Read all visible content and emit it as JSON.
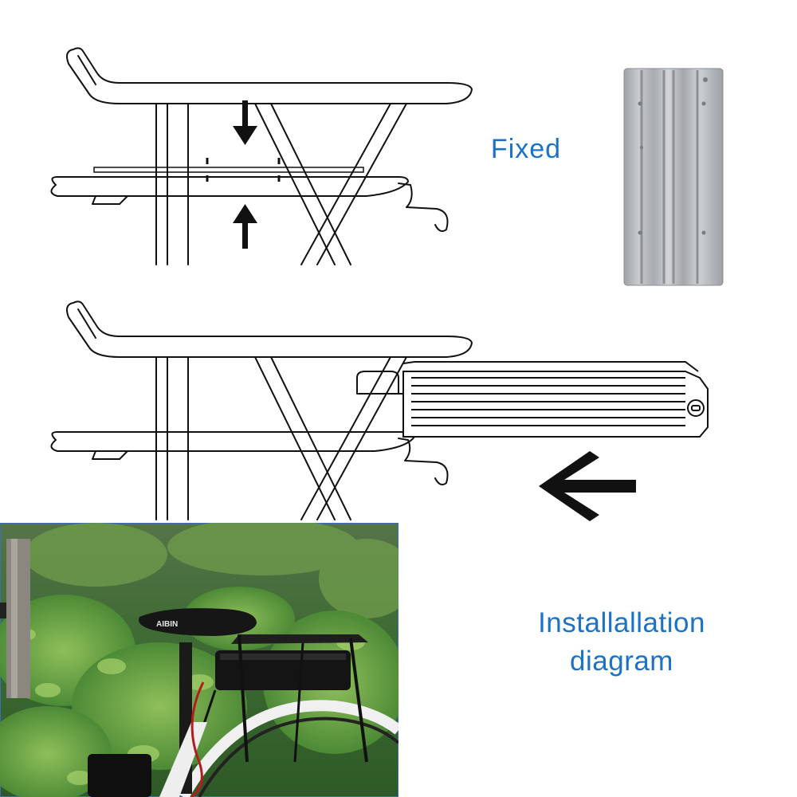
{
  "labels": {
    "fixed": "Fixed",
    "installation_line1": "Installallation",
    "installation_line2": "diagram"
  },
  "photo": {
    "saddle_brand": "AIBIN"
  },
  "colors": {
    "label_blue": "#1c72c4",
    "plate_silver": "#b9bcbf",
    "line_black": "#111111"
  },
  "icons": [
    "arrow-down-icon",
    "arrow-up-icon",
    "arrow-left-icon"
  ]
}
